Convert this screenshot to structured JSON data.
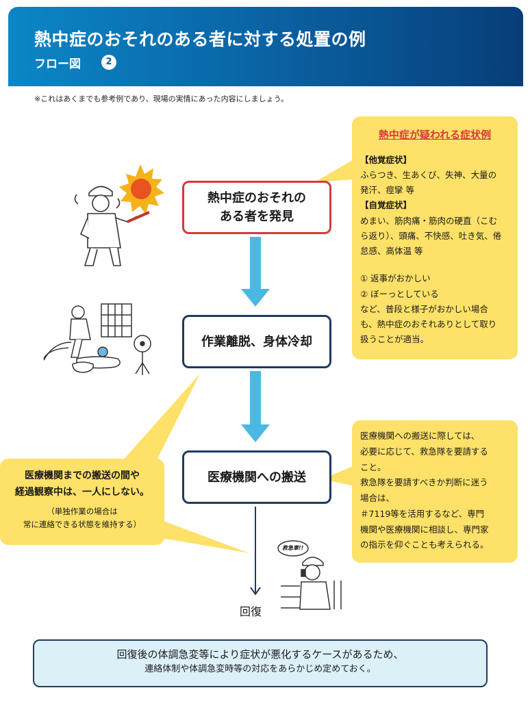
{
  "header": {
    "title": "熱中症のおそれのある者に対する処置の例",
    "subtitle": "フロー図",
    "step": "2"
  },
  "note": "※これはあくまでも参考例であり、現場の実情にあった内容にしましょう。",
  "flow": {
    "discover": [
      "熱中症のおそれの",
      "ある者を発見"
    ],
    "cooling": "作業離脱、身体冷却",
    "transport": "医療機関への搬送",
    "recovery": "回復"
  },
  "symptoms": {
    "title": "熱中症が疑われる症状例",
    "other_head": "【他覚症状】",
    "other_text": [
      "ふらつき、生あくび、失神、大量の",
      "発汗、痙攣 等"
    ],
    "self_head": "【自覚症状】",
    "self_text": [
      "めまい、筋肉痛・筋肉の硬直（こむ",
      "ら返り）、頭痛、不快感、吐き気、倦",
      "怠感、高体温 等"
    ],
    "list": [
      "① 返事がおかしい",
      "② ぼーっとしている",
      "など、普段と様子がおかしい場合",
      "も、熱中症のおそれありとして取り",
      "扱うことが適当。"
    ]
  },
  "medical_note": [
    "医療機関への搬送に際しては、",
    "必要に応じて、救急隊を要請する",
    "こと。",
    "救急隊を要請すべきか判断に迷う",
    "場合は、",
    "＃7119等を活用するなど、専門",
    "機関や医療機関に相談し、専門家",
    "の指示を仰ぐことも考えられる。"
  ],
  "watch": {
    "main": [
      "医療機関までの搬送の間や",
      "経過観察中は、一人にしない。"
    ],
    "sub": [
      "（単独作業の場合は",
      "常に連絡できる状態を維持する）"
    ]
  },
  "illustration_text": "救急車!!",
  "bottom": {
    "line1": "回復後の体調急変等により症状が悪化するケースがあるため、",
    "line2": "連絡体制や体調急変時等の対応をあらかじめ定めておく。"
  },
  "colors": {
    "header_start": "#0b86c6",
    "header_end": "#073e78",
    "alert_red": "#d8393a",
    "navy": "#1f3a5f",
    "callout_yellow": "#fde168",
    "arrow_blue": "#4bb8e4",
    "bottom_bg": "#dcf0f8"
  }
}
